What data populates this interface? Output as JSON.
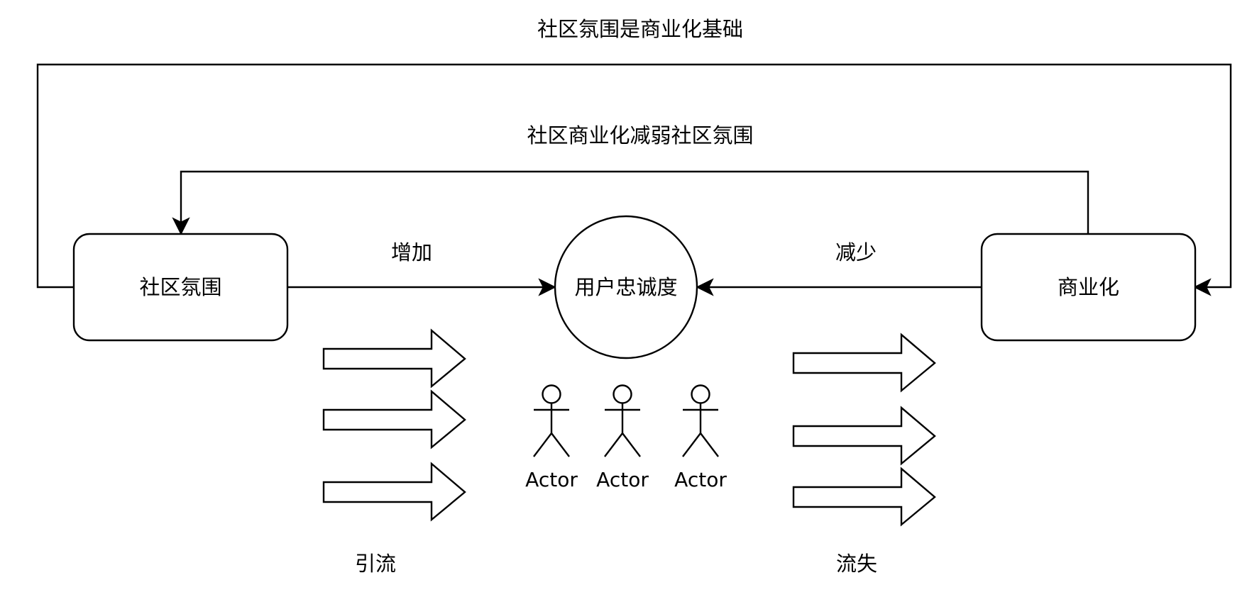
{
  "nodes": {
    "community_atmosphere": "社区氛围",
    "user_loyalty": "用户忠诚度",
    "commercialization": "商业化"
  },
  "edges": {
    "foundation_label": "社区氛围是商业化基础",
    "weaken_label": "社区商业化减弱社区氛围",
    "increase_label": "增加",
    "decrease_label": "减少"
  },
  "actors": [
    "Actor",
    "Actor",
    "Actor"
  ],
  "flows": {
    "inflow_label": "引流",
    "outflow_label": "流失"
  }
}
